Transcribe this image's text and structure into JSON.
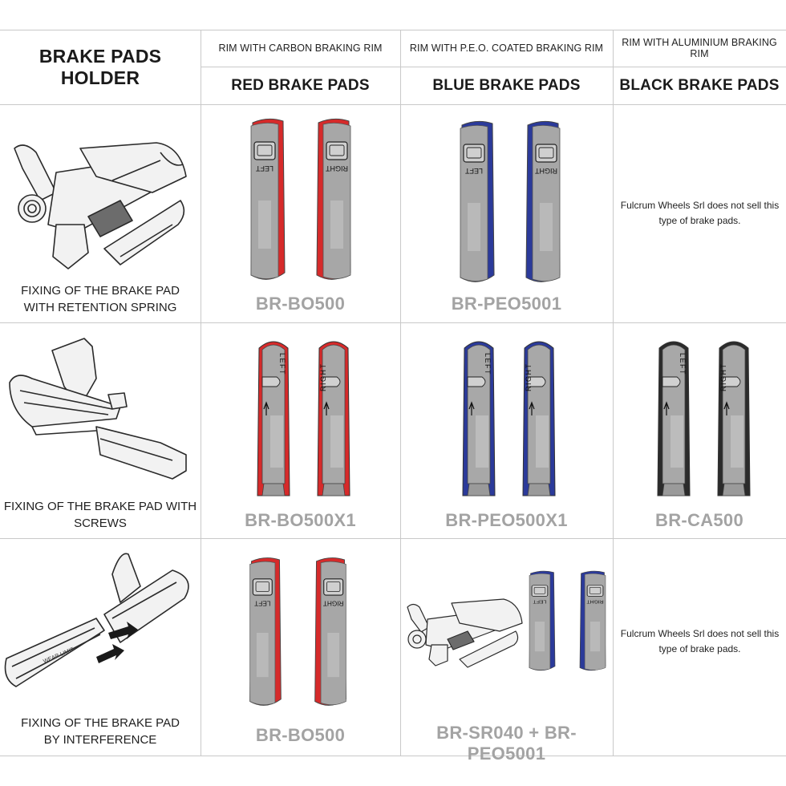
{
  "header": {
    "title": "BRAKE PADS HOLDER",
    "columns": [
      {
        "rim": "RIM WITH CARBON BRAKING RIM",
        "pads": "RED BRAKE PADS",
        "color": "#d62a2a"
      },
      {
        "rim": "RIM WITH P.E.O. COATED BRAKING RIM",
        "pads": "BLUE BRAKE PADS",
        "color": "#2b3a9a"
      },
      {
        "rim": "RIM WITH ALUMINIUM BRAKING RIM",
        "pads": "BLACK BRAKE PADS",
        "color": "#2b2b2b"
      }
    ]
  },
  "rows": [
    {
      "caption_line1": "FIXING OF THE BRAKE PAD",
      "caption_line2": "WITH RETENTION SPRING",
      "cells": [
        {
          "code": "BR-BO500"
        },
        {
          "code": "BR-PEO5001"
        },
        {
          "note_line1": "Fulcrum Wheels Srl does not sell this",
          "note_line2": "type of brake pads."
        }
      ]
    },
    {
      "caption_line1": "FIXING OF THE BRAKE PAD WITH",
      "caption_line2": "SCREWS",
      "cells": [
        {
          "code": "BR-BO500X1"
        },
        {
          "code": "BR-PEO500X1"
        },
        {
          "code": "BR-CA500"
        }
      ]
    },
    {
      "caption_line1": "FIXING OF THE BRAKE PAD",
      "caption_line2": "BY INTERFERENCE",
      "cells": [
        {
          "code": "BR-BO500"
        },
        {
          "code": "BR-SR040 + BR-PEO5001"
        },
        {
          "note_line1": "Fulcrum Wheels Srl does not sell this",
          "note_line2": "type of brake pads."
        }
      ]
    }
  ],
  "pad_labels": {
    "left": "LEFT",
    "right": "RIGHT"
  },
  "wear_label": "WEAR LIMIT"
}
